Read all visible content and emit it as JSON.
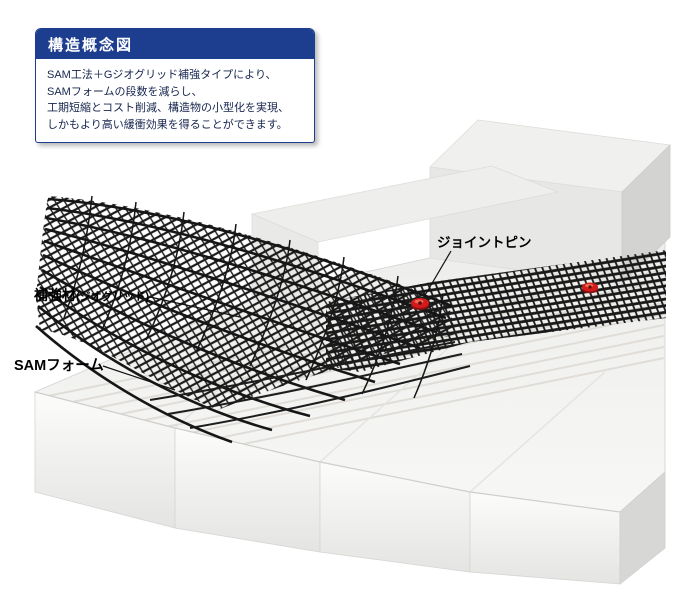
{
  "info_box": {
    "title": "構造概念図",
    "description_lines": [
      "SAM工法＋Gジオグリッド補強タイプにより、",
      "SAMフォームの段数を減らし、",
      "工期短縮とコスト削減、構造物の小型化を実現、",
      "しかもより高い緩衝効果を得ることができます。"
    ]
  },
  "diagram": {
    "labels": {
      "joint_pin": "ジョイントピン",
      "reinforcement_main": "補強材",
      "reinforcement_sub": "(ジオグリッド)",
      "sam_foam": "SAMフォーム"
    },
    "colors": {
      "info_header_blue": "#1d3d8f",
      "mesh_black": "#1a1a1a",
      "pin_red": "#d31b1b",
      "foam_white": "#f3f3f1"
    }
  }
}
